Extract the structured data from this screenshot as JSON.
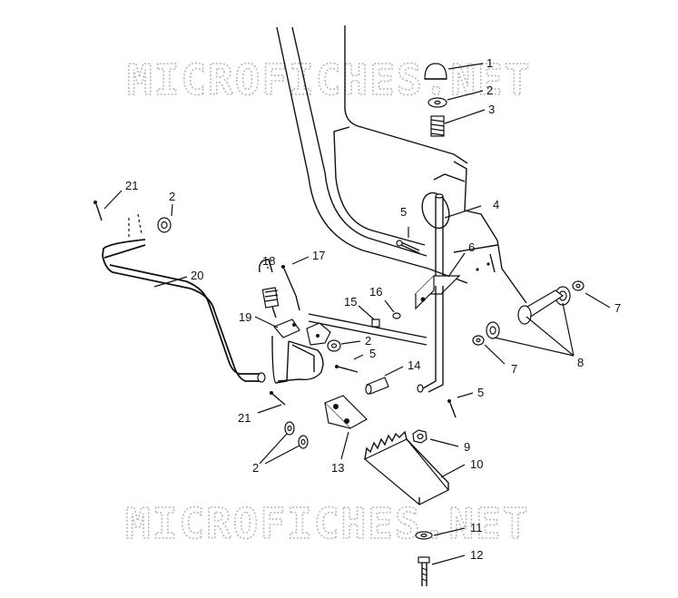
{
  "watermark": {
    "top": "MICROFICHES.NET",
    "bottom": "MICROFICHES.NET"
  },
  "callouts": {
    "c1": "1",
    "c2a": "2",
    "c3": "3",
    "c4": "4",
    "c5a": "5",
    "c6": "6",
    "c7a": "7",
    "c7b": "7",
    "c8": "8",
    "c2b": "2",
    "c21a": "21",
    "c20": "20",
    "c18": "18",
    "c17": "17",
    "c15": "15",
    "c16": "16",
    "c19": "19",
    "c2c": "2",
    "c5b": "5",
    "c14": "14",
    "c5c": "5",
    "c21b": "21",
    "c2d": "2",
    "c13": "13",
    "c9": "9",
    "c10": "10",
    "c11": "11",
    "c12": "12"
  }
}
